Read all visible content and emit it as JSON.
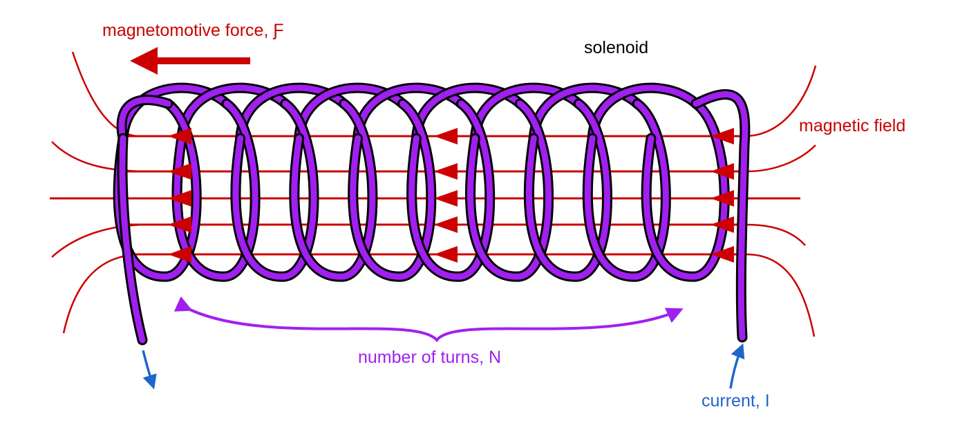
{
  "labels": {
    "mmf": "magnetomotive force, Ƒ",
    "solenoid": "solenoid",
    "field": "magnetic field",
    "turns": "number of turns, N",
    "current": "current, I"
  },
  "colors": {
    "field": "#cc0000",
    "coil": "#a020f0",
    "coil_outline": "#000000",
    "current": "#1f66cc",
    "text": "#000000"
  },
  "coil": {
    "turns": 10
  },
  "field_lines": {
    "count": 5
  }
}
